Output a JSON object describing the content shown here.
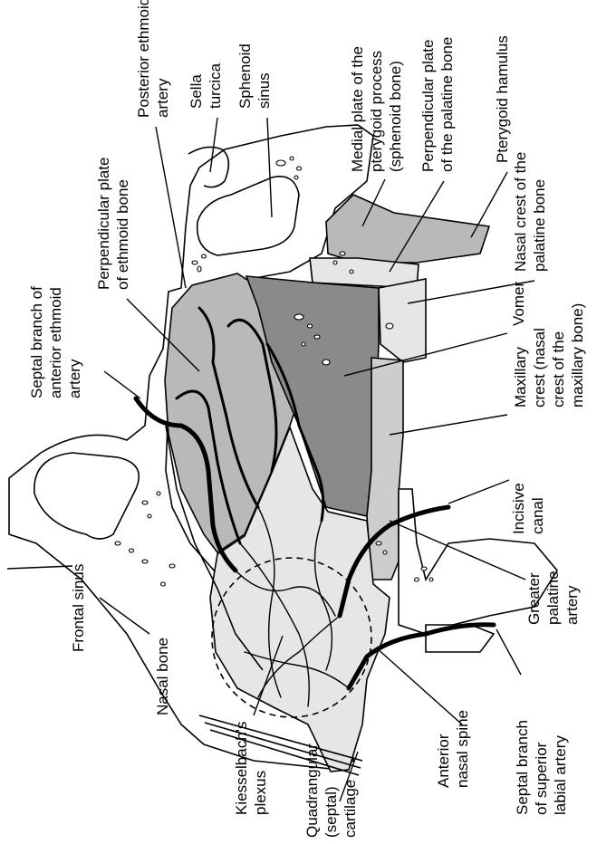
{
  "labels": {
    "posterior_ethmoid_artery": [
      "Posterior ethmoid",
      "artery"
    ],
    "sella_turcica": [
      "Sella",
      "turcica"
    ],
    "sphenoid_sinus": [
      "Sphenoid",
      "sinus"
    ],
    "medial_plate": [
      "Medial plate of the",
      "pterygoid process",
      "(sphenoid bone)"
    ],
    "perpendicular_plate_palatine": [
      "Perpendicular plate",
      "of the palatine bone"
    ],
    "pterygoid_hamulus": [
      "Pterygoid hamulus"
    ],
    "perpendicular_plate_ethmoid": [
      "Perpendicular plate",
      "of ethmoid bone"
    ],
    "nasal_crest_palatine": [
      "Nasal crest of the",
      "palatine bone"
    ],
    "septal_branch_anterior_ethmoid": [
      "Septal branch of",
      "anterior ethmoid",
      "artery"
    ],
    "vomer": [
      "Vomer"
    ],
    "maxillary_crest": [
      "Maxillary",
      "crest (nasal",
      "crest of the",
      "maxillary bone)"
    ],
    "frontal_sinus": [
      "Frontal sinus"
    ],
    "incisive_canal": [
      "Incisive",
      "canal"
    ],
    "nasal_bone": [
      "Nasal bone"
    ],
    "greater_palatine_artery": [
      "Greater",
      "palatine",
      "artery"
    ],
    "kiesselbach_plexus": [
      "Kiesselbach's",
      "plexus"
    ],
    "quadrangular_cartilage": [
      "Quadrangular",
      "(septal)",
      "cartilage"
    ],
    "anterior_nasal_spine": [
      "Anterior",
      "nasal spine"
    ],
    "septal_branch_superior_labial": [
      "Septal branch",
      "of superior",
      "labial artery"
    ]
  }
}
